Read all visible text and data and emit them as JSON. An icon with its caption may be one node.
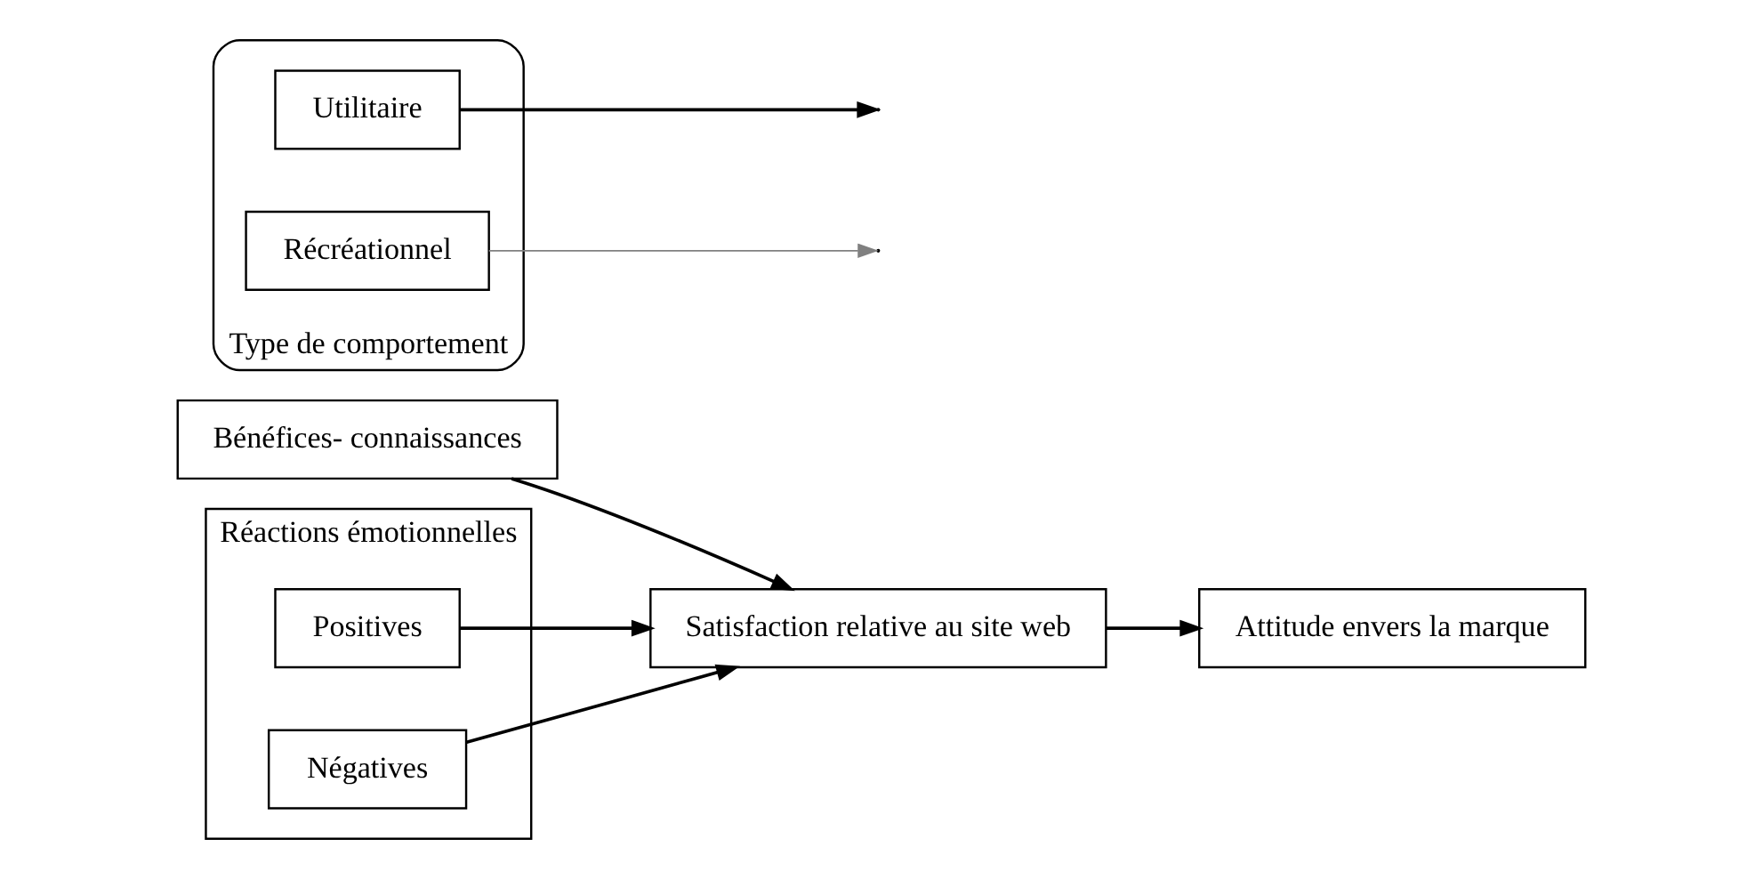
{
  "diagram": {
    "nodes": [
      {
        "text": [
          "Bénéfices- connaissances"
        ]
      },
      {
        "text": [
          "Réactions émotionnelles"
        ]
      },
      {
        "text": [
          "Positives"
        ],
        "in": 1
      },
      {
        "text": [
          "Négatives"
        ],
        "in": 1
      },
      {
        "text": [
          "Satisfaction relative au site web"
        ]
      },
      {
        "text": [
          "Attitude envers la marque"
        ]
      },
      {
        "text": [
          "Type de comportement"
        ]
      },
      {
        "text": [
          "Utilitaire"
        ],
        "in": 6
      },
      {
        "text": [
          "Récréationnel"
        ],
        "in": 6
      }
    ],
    "edges": [
      {
        "from": 0,
        "to": 4,
        "arrow": "to"
      },
      {
        "from": 2,
        "to": 4,
        "arrow": "to"
      },
      {
        "from": 3,
        "to": 4,
        "arrow": "to"
      },
      {
        "from": 4,
        "to": 5,
        "arrow": "to"
      },
      {
        "from": 7,
        "to": null,
        "arrow": "to"
      },
      {
        "from": 8,
        "to": null,
        "arrow": "to",
        "color": "#808080"
      }
    ]
  }
}
